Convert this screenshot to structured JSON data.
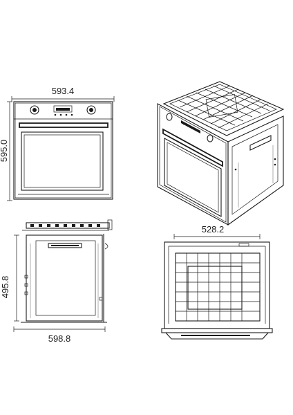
{
  "dimensions": {
    "front_width": "593.4",
    "front_height": "595.0",
    "side_depth": "495.8",
    "side_width": "598.8",
    "top_depth": "528.2"
  },
  "colors": {
    "line": "#1a1a1a",
    "background": "#ffffff"
  }
}
